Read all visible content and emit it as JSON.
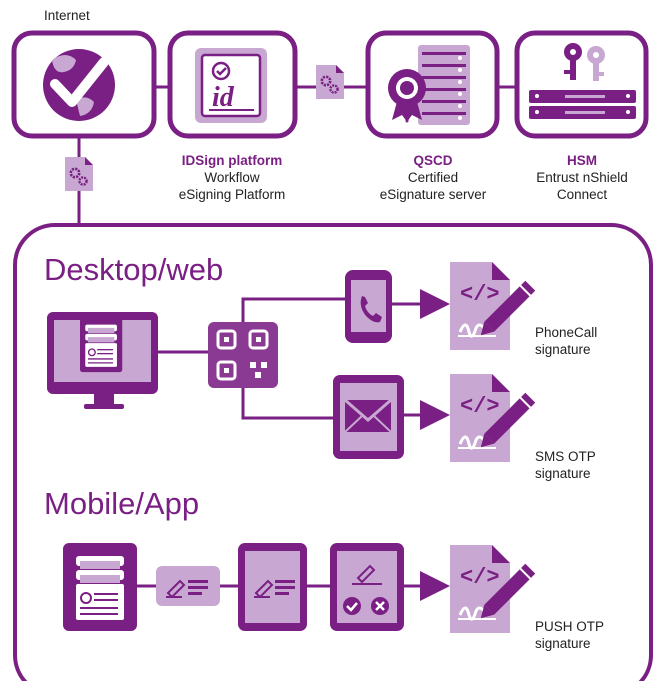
{
  "top": {
    "internet_label": "Internet",
    "idsign": {
      "title": "IDSign platform",
      "line1": "Workflow",
      "line2": "eSigning Platform"
    },
    "qscd": {
      "title": "QSCD",
      "line1": "Certified",
      "line2": "eSignature server"
    },
    "hsm": {
      "title": "HSM",
      "line1": "Entrust nShield",
      "line2": "Connect"
    }
  },
  "sections": {
    "desktop_title": "Desktop/web",
    "mobile_title": "Mobile/App"
  },
  "signatures": {
    "phonecall": {
      "line1": "PhoneCall",
      "line2": "signature"
    },
    "sms": {
      "line1": "SMS OTP",
      "line2": "signature"
    },
    "push": {
      "line1": "PUSH OTP",
      "line2": "signature"
    }
  },
  "colors": {
    "primary": "#7a1f83",
    "light": "#c8a8d2",
    "mid": "#8b3a94"
  }
}
